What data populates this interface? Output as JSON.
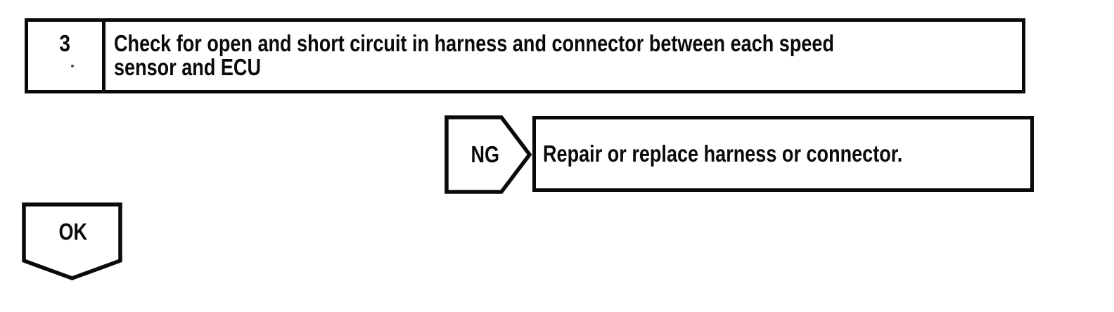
{
  "colors": {
    "ink": "#0a0a0a",
    "paper": "#ffffff"
  },
  "flowchart": {
    "step": {
      "number": "3",
      "title_line1": "Check for open and short circuit in harness and connector between each speed",
      "title_line2": "sensor and ECU"
    },
    "ng_branch": {
      "label": "NG",
      "action": "Repair or replace harness or connector."
    },
    "ok_branch": {
      "label": "OK"
    }
  }
}
